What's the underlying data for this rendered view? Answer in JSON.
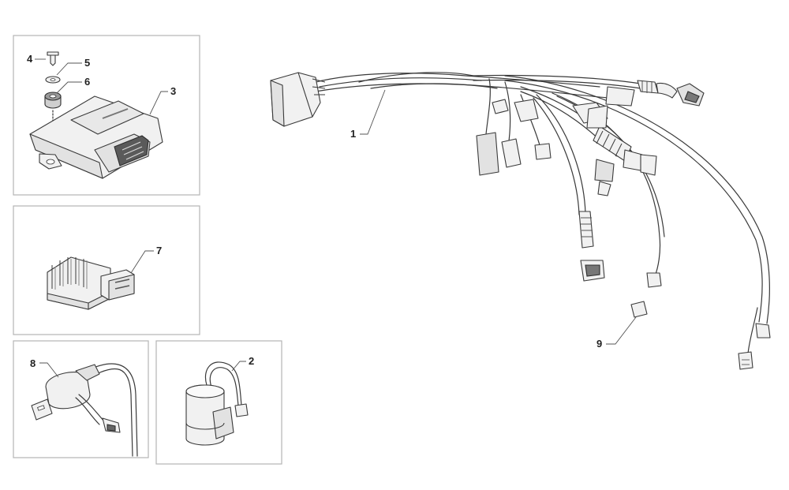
{
  "callouts": {
    "c1": "1",
    "c2": "2",
    "c3": "3",
    "c4": "4",
    "c5": "5",
    "c6": "6",
    "c7": "7",
    "c8": "8",
    "c9": "9"
  },
  "colors": {
    "frame": "#b5b5b5",
    "line": "#3a3a3a",
    "fill": "#f1f1f1"
  }
}
